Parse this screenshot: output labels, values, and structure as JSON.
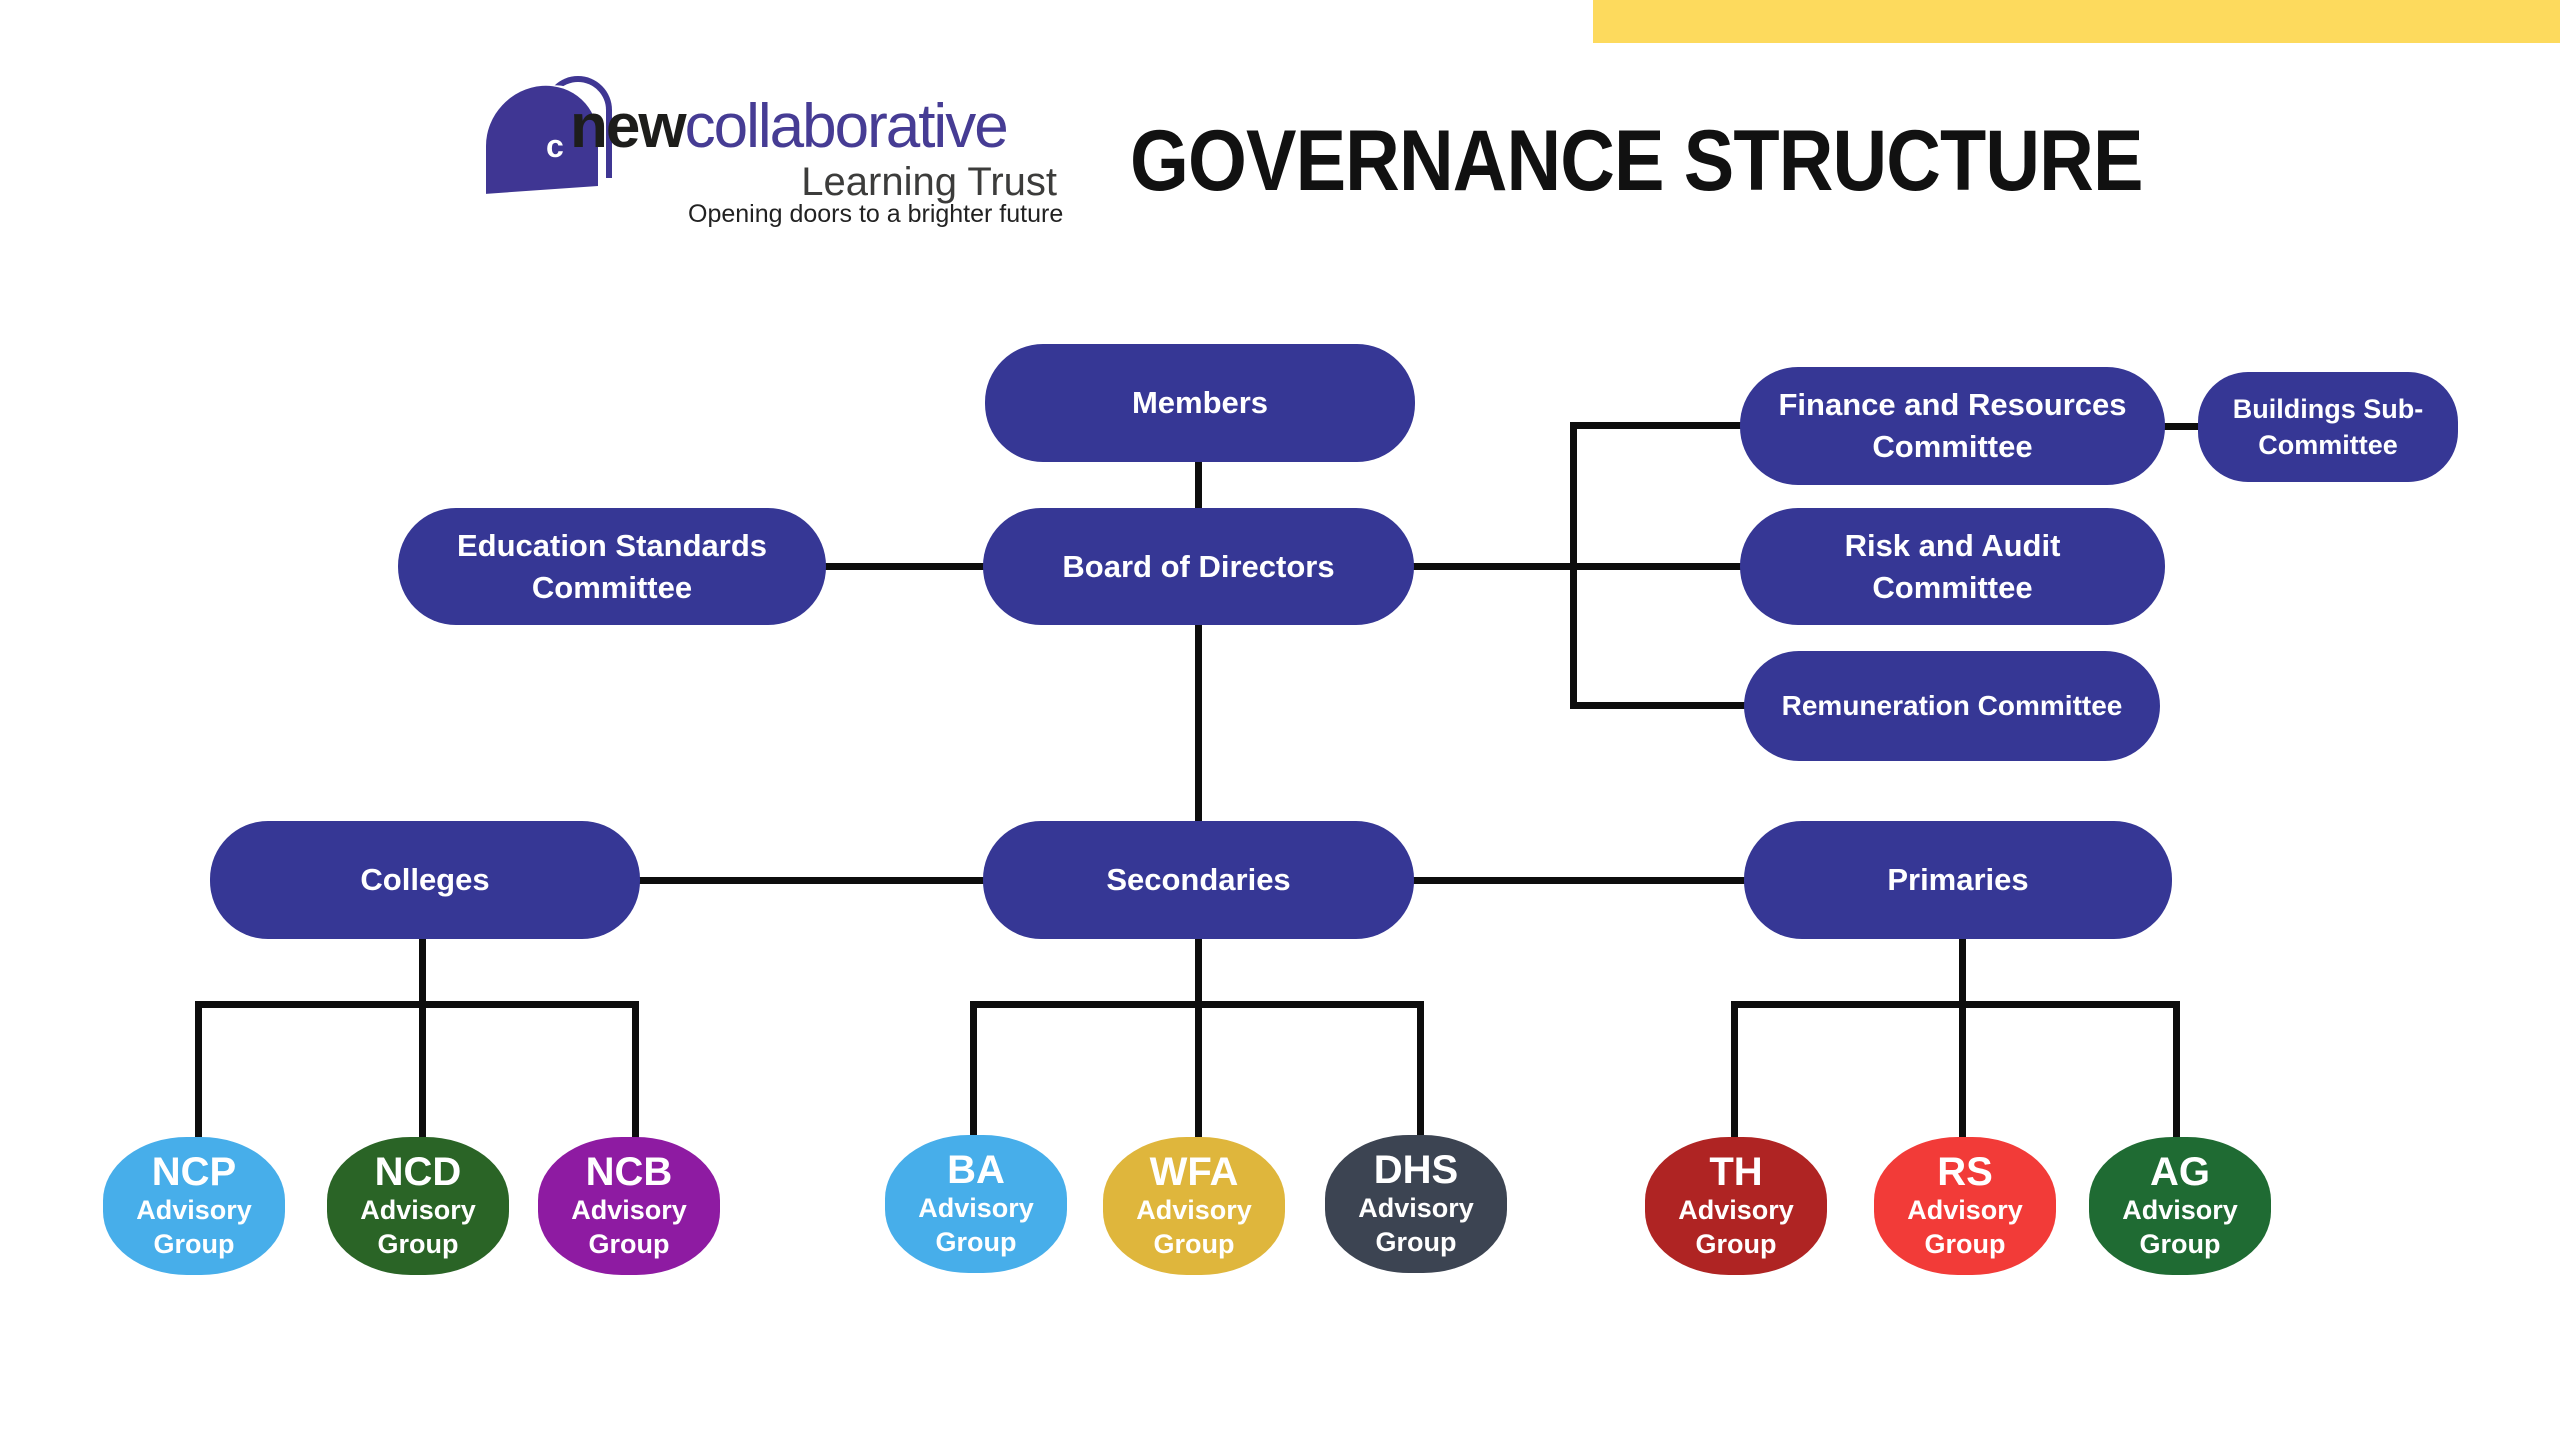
{
  "brand": {
    "logo_bold": "new",
    "logo_light": "collaborative",
    "logo_subtitle": "Learning Trust",
    "tagline": "Opening doors to a brighter future",
    "door_letter": "c"
  },
  "header": {
    "title": "GOVERNANCE STRUCTURE"
  },
  "colors": {
    "accent_yellow": "#FDDA5D",
    "primary_blue": "#363795",
    "line_color": "#0d0d0d",
    "title_color": "#111111",
    "logo_indigo": "#3F3693",
    "logo_dark": "#1d1d1b",
    "logo_purple": "#463c94",
    "subtitle_gray": "#3c3c3b"
  },
  "chart": {
    "nodes": {
      "members": {
        "label": "Members"
      },
      "board": {
        "label": "Board of Directors"
      },
      "education": {
        "label": "Education Standards Committee"
      },
      "finance": {
        "label": "Finance and Resources Committee"
      },
      "buildings": {
        "label": "Buildings Sub-Committee"
      },
      "risk": {
        "label": "Risk and Audit Committee"
      },
      "remuneration": {
        "label": "Remuneration Committee"
      },
      "colleges": {
        "label": "Colleges"
      },
      "secondaries": {
        "label": "Secondaries"
      },
      "primaries": {
        "label": "Primaries"
      }
    },
    "edges": [
      {
        "from": "Members",
        "to": "Board of Directors"
      },
      {
        "from": "Board of Directors",
        "to": "Education Standards Committee"
      },
      {
        "from": "Board of Directors",
        "to": "Finance and Resources Committee"
      },
      {
        "from": "Finance and Resources Committee",
        "to": "Buildings Sub-Committee"
      },
      {
        "from": "Board of Directors",
        "to": "Risk and Audit Committee"
      },
      {
        "from": "Board of Directors",
        "to": "Remuneration Committee"
      },
      {
        "from": "Board of Directors",
        "to": "Secondaries"
      },
      {
        "from": "Secondaries",
        "to": "Colleges"
      },
      {
        "from": "Secondaries",
        "to": "Primaries"
      }
    ],
    "advisory_groups": [
      {
        "acronym": "NCP",
        "label_line1": "Advisory",
        "label_line2": "Group",
        "color": "#47AEEA",
        "parent": "Colleges"
      },
      {
        "acronym": "NCD",
        "label_line1": "Advisory",
        "label_line2": "Group",
        "color": "#2A6426",
        "parent": "Colleges"
      },
      {
        "acronym": "NCB",
        "label_line1": "Advisory",
        "label_line2": "Group",
        "color": "#8E1BA2",
        "parent": "Colleges"
      },
      {
        "acronym": "BA",
        "label_line1": "Advisory",
        "label_line2": "Group",
        "color": "#47AEEA",
        "parent": "Secondaries"
      },
      {
        "acronym": "WFA",
        "label_line1": "Advisory",
        "label_line2": "Group",
        "color": "#DFB63C",
        "parent": "Secondaries"
      },
      {
        "acronym": "DHS",
        "label_line1": "Advisory",
        "label_line2": "Group",
        "color": "#3C4452",
        "parent": "Secondaries"
      },
      {
        "acronym": "TH",
        "label_line1": "Advisory",
        "label_line2": "Group",
        "color": "#AF2423",
        "parent": "Primaries"
      },
      {
        "acronym": "RS",
        "label_line1": "Advisory",
        "label_line2": "Group",
        "color": "#F23B38",
        "parent": "Primaries"
      },
      {
        "acronym": "AG",
        "label_line1": "Advisory",
        "label_line2": "Group",
        "color": "#1F6B33",
        "parent": "Primaries"
      }
    ]
  }
}
